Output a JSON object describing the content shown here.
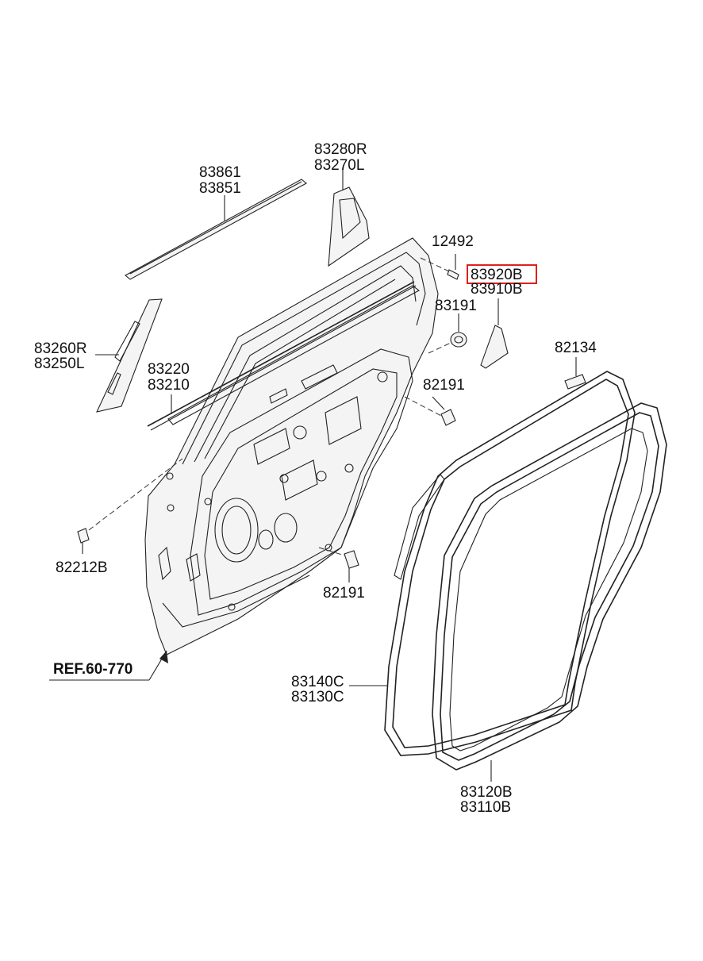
{
  "labels": {
    "l83861": "83861",
    "l83851": "83851",
    "l83280R": "83280R",
    "l83270L": "83270L",
    "l12492": "12492",
    "l83920B": "83920B",
    "l83910B": "83910B",
    "l83191": "83191",
    "l82134": "82134",
    "l83260R": "83260R",
    "l83250L": "83250L",
    "l83220": "83220",
    "l83210": "83210",
    "l82191a": "82191",
    "l82191b": "82191",
    "l82212B": "82212B",
    "ref": "REF.60-770",
    "l83140C": "83140C",
    "l83130C": "83130C",
    "l83120B": "83120B",
    "l83110B": "83110B"
  },
  "highlight_color": "#e0201c",
  "highlighted_part": "83920B"
}
